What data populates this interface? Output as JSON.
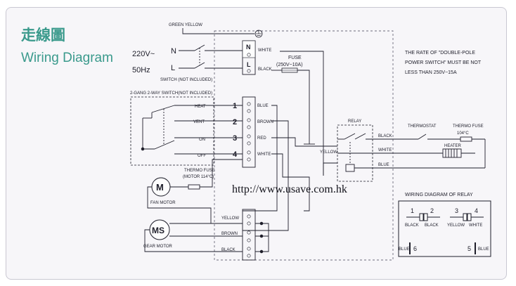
{
  "header": {
    "title_cn": "走線圖",
    "title_en": "Wiring Diagram"
  },
  "colors": {
    "accent": "#3a9a8c",
    "ink": "#1e1e2a",
    "panel": "#f7f6f9",
    "dashed": "#6b6b7a"
  },
  "supply": {
    "voltage": "220V~",
    "frequency": "50Hz",
    "neutral": "N",
    "live": "L",
    "ground_label": "GREEN YELLOW",
    "switch_label": "SWITCH (NOT INCLUDED)"
  },
  "terminal_top": {
    "n_label": "N",
    "l_label": "L",
    "n_wire": "WHITE",
    "l_wire": "BLACK",
    "fuse_title": "FUSE",
    "fuse_rating": "(250V~10A)"
  },
  "note": {
    "line1": "THE RATE OF \"DOUBLE-POLE",
    "line2": "POWER SWITCH\" MUST BE NOT",
    "line3": "LESS THAN 250V~15A"
  },
  "gang_switch": {
    "title": "2-GANG 2-WAY SWITCH(NOT INCLUDED)",
    "positions": [
      "HEAT",
      "VENT",
      "ON",
      "OFF"
    ]
  },
  "terminal_block": {
    "numbers": [
      "1",
      "2",
      "3",
      "4"
    ],
    "wires": [
      "BLUE",
      "BROWN",
      "RED",
      "WHITE"
    ]
  },
  "relay": {
    "title": "RELAY",
    "coil_wire": "YELLOW",
    "out_wires": [
      "BLACK",
      "WHITE",
      "BLUE"
    ]
  },
  "heater_side": {
    "thermostat": "THERMOSTAT",
    "thermo_fuse": "THERMO FUSE",
    "thermo_fuse_temp": "104°C",
    "heater": "HEATER"
  },
  "fan_motor": {
    "symbol": "M",
    "label": "FAN MOTOR",
    "fuse_title": "THERMO FUSE",
    "fuse_temp": "(MOTOR 114°C)"
  },
  "gear_motor": {
    "symbol": "MS",
    "label": "GEAR MOTOR",
    "wires": [
      "YELLOW",
      "BROWN",
      "BLACK"
    ]
  },
  "watermark": "http://www.usave.com.hk",
  "relay_diagram": {
    "title": "WIRING DIAGRAM OF RELAY",
    "pins": [
      {
        "num": "1",
        "color": "BLACK"
      },
      {
        "num": "2",
        "color": "BLACK"
      },
      {
        "num": "3",
        "color": "YELLOW"
      },
      {
        "num": "4",
        "color": "WHITE"
      }
    ],
    "left_pin": {
      "color": "BLUE",
      "num": "6"
    },
    "right_pin": {
      "num": "5",
      "color": "BLUE"
    }
  }
}
